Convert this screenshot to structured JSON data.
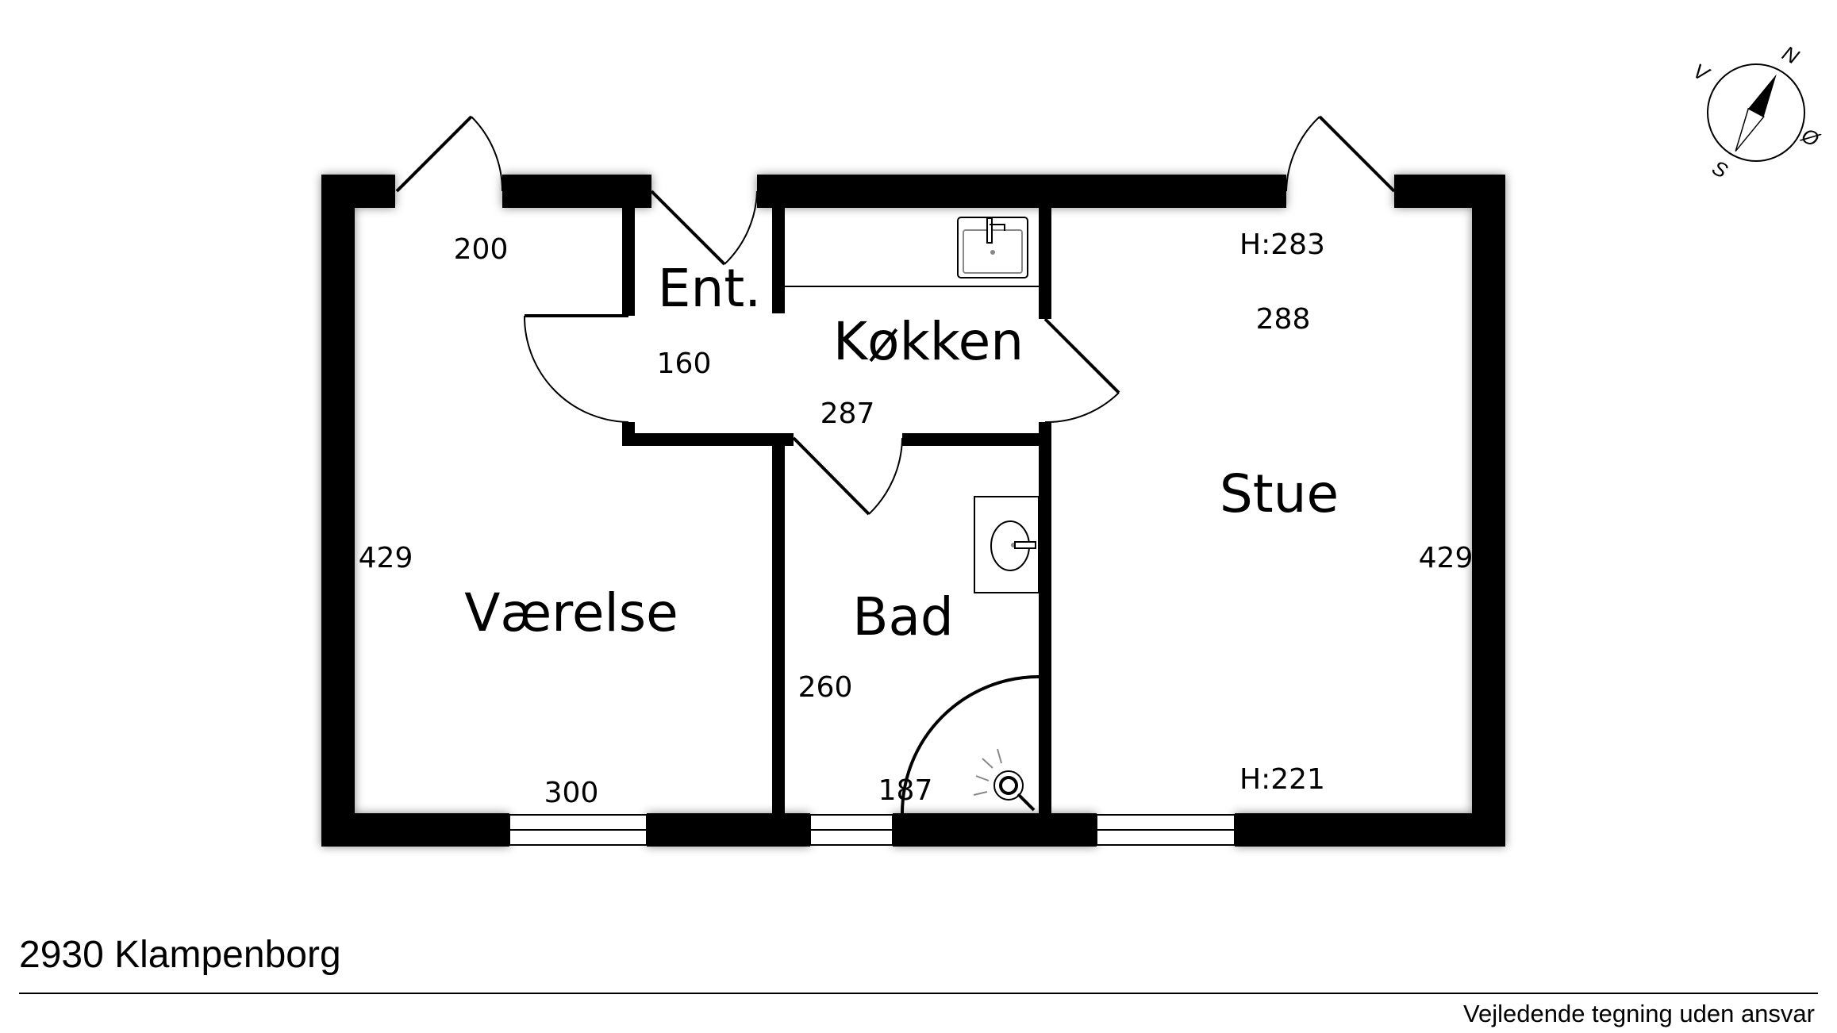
{
  "rooms": {
    "vaerelse": "Værelse",
    "ent": "Ent.",
    "kokken": "Køkken",
    "bad": "Bad",
    "stue": "Stue"
  },
  "dimensions": {
    "vaerelse_top": "200",
    "vaerelse_side": "429",
    "vaerelse_bottom": "300",
    "ent_width": "160",
    "kokken_width": "287",
    "bad_side": "260",
    "bad_bottom": "187",
    "stue_top_height": "H:283",
    "stue_width": "288",
    "stue_side": "429",
    "stue_bottom_height": "H:221"
  },
  "compass": {
    "north": "N",
    "south": "S",
    "east": "Ø",
    "west": "V"
  },
  "footer": {
    "address": "2930 Klampenborg",
    "disclaimer": "Vejledende tegning uden ansvar"
  },
  "colors": {
    "wall": "#000000",
    "background": "#ffffff",
    "fixture_gray": "#888888"
  }
}
